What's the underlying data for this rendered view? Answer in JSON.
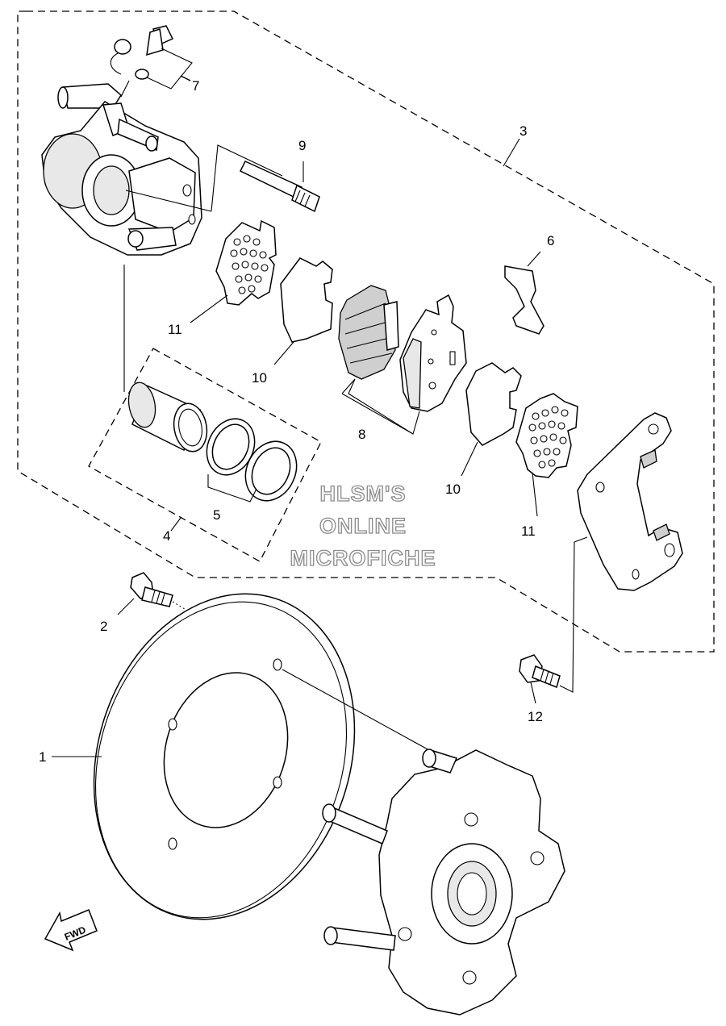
{
  "watermark": {
    "line1": "HLSM'S",
    "line2": "ONLINE",
    "line3": "MICROFICHE"
  },
  "direction_arrow": {
    "label": "FWD",
    "icon": "fwd-arrow-icon"
  },
  "callouts": [
    {
      "number": "1",
      "part": "brake-disc"
    },
    {
      "number": "2",
      "part": "disc-bolt"
    },
    {
      "number": "3",
      "part": "caliper-assembly-outline"
    },
    {
      "number": "4",
      "part": "piston-seal-kit-group"
    },
    {
      "number": "5",
      "part": "piston-seals"
    },
    {
      "number": "6",
      "part": "pad-spring"
    },
    {
      "number": "7",
      "part": "bleed-screw-set"
    },
    {
      "number": "8",
      "part": "brake-pad-kit"
    },
    {
      "number": "9",
      "part": "pad-pin"
    },
    {
      "number": "10",
      "part": "pad-shim"
    },
    {
      "number": "10",
      "part": "pad-shim-outer"
    },
    {
      "number": "11",
      "part": "pad-insulator"
    },
    {
      "number": "11",
      "part": "pad-insulator-outer"
    },
    {
      "number": "12",
      "part": "bracket-bolt"
    }
  ]
}
